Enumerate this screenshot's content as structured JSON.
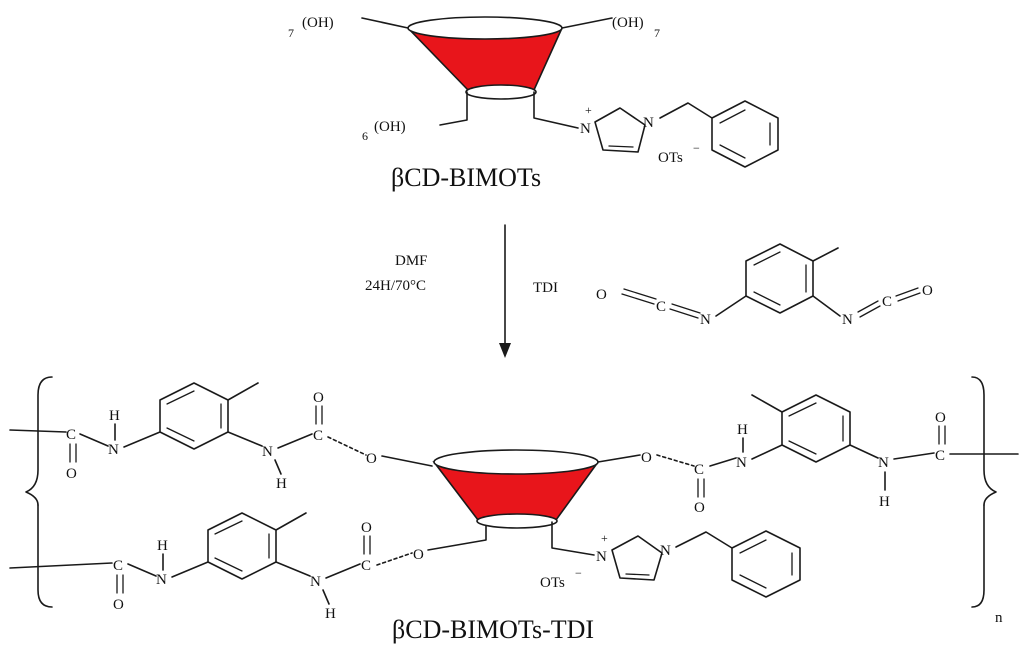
{
  "colors": {
    "cavity": "#e8151b",
    "ink": "#111111",
    "background": "#ffffff"
  },
  "top": {
    "oh_left": "(OH)",
    "oh_left_sub": "7",
    "oh_right": "(OH)",
    "oh_right_sub": "7",
    "oh_bottom": "(OH)",
    "oh_bottom_sub": "6",
    "n_plus": "N",
    "plus": "+",
    "n_ring": "N",
    "anion": "OTs",
    "anion_charge": "−",
    "title": "βCD-BIMOTs"
  },
  "conditions": {
    "solvent": "DMF",
    "time_temp": "24H/70°C",
    "reagent_name": "TDI"
  },
  "tdi": {
    "o1": "O",
    "c1": "C",
    "n1": "N",
    "o2": "O",
    "c2": "C",
    "n2": "N"
  },
  "product": {
    "atom_O": "O",
    "atom_C": "C",
    "atom_N": "N",
    "atom_H": "H",
    "n_plus": "N",
    "plus": "+",
    "n_ring": "N",
    "anion": "OTs",
    "anion_charge": "−",
    "repeat": "n",
    "title": "βCD-BIMOTs-TDI"
  }
}
